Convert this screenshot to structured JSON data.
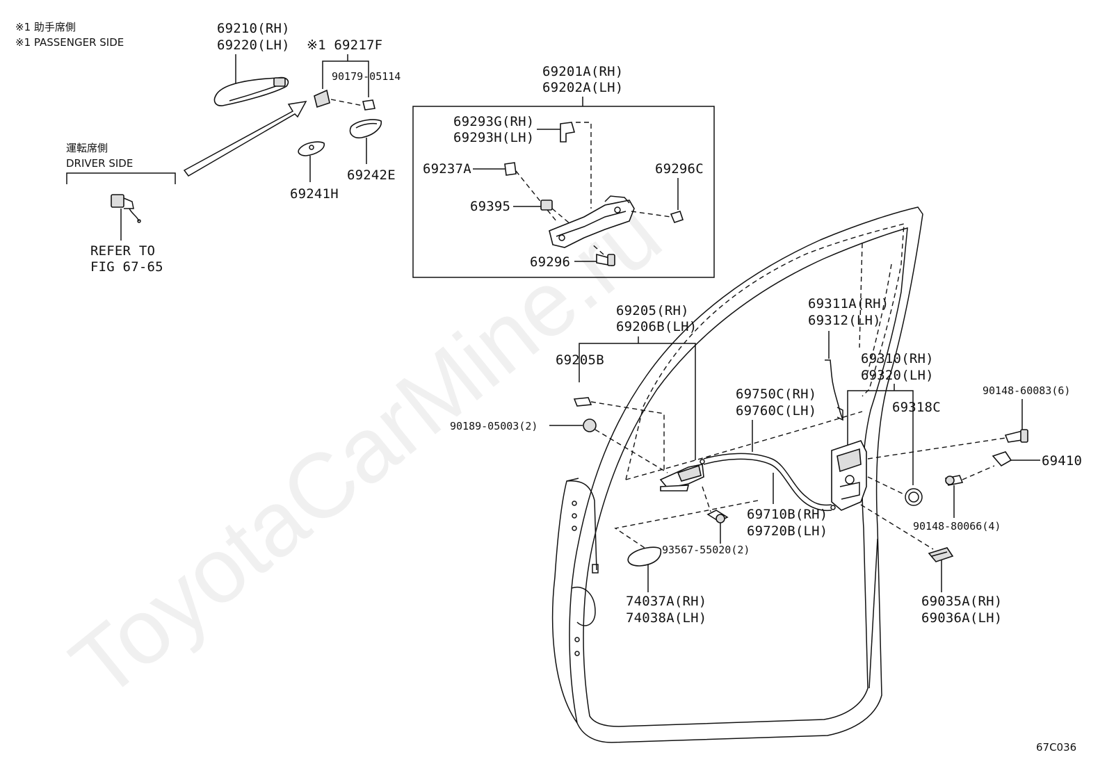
{
  "notes": {
    "passenger_jp": "※1 助手席側",
    "passenger_en": "※1 PASSENGER SIDE",
    "driver_jp": "運転席側",
    "driver_en": "DRIVER SIDE",
    "refer_1": "REFER TO",
    "refer_2": "FIG 67-65"
  },
  "callouts": {
    "p69210": "69210(RH)",
    "p69220": "69220(LH)",
    "p69217f": "※1 69217F",
    "p90179": "90179-05114",
    "p69242e": "69242E",
    "p69241h": "69241H",
    "p69201a": "69201A(RH)",
    "p69202a": "69202A(LH)",
    "p69293g": "69293G(RH)",
    "p69293h": "69293H(LH)",
    "p69237a": "69237A",
    "p69296c": "69296C",
    "p69395": "69395",
    "p69296": "69296",
    "p69205": "69205(RH)",
    "p69206b": "69206B(LH)",
    "p69205b": "69205B",
    "p90189": "90189-05003(2)",
    "p69311a": "69311A(RH)",
    "p69312": "69312(LH)",
    "p69310": "69310(RH)",
    "p69320": "69320(LH)",
    "p69750c": "69750C(RH)",
    "p69760c": "69760C(LH)",
    "p69318c": "69318C",
    "p90148a": "90148-60083(6)",
    "p69410": "69410",
    "p90148b": "90148-80066(4)",
    "p69710b": "69710B(RH)",
    "p69720b": "69720B(LH)",
    "p93567": "93567-55020(2)",
    "p74037a": "74037A(RH)",
    "p74038a": "74038A(LH)",
    "p69035a": "69035A(RH)",
    "p69036a": "69036A(LH)"
  },
  "figure_code": "67C036",
  "watermark": "ToyotaCarMine.ru"
}
